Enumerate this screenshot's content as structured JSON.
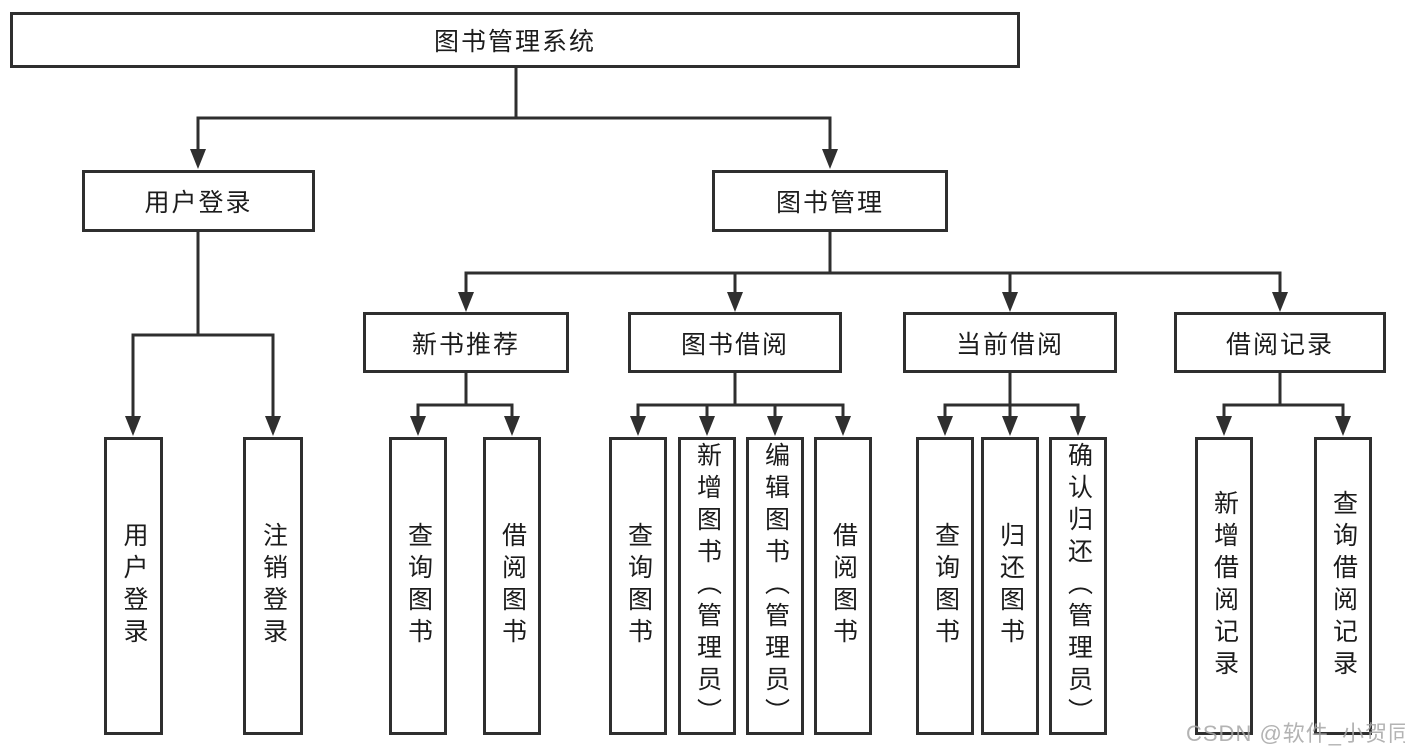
{
  "tree": {
    "root": {
      "label": "图书管理系统",
      "children": [
        {
          "label": "用户登录",
          "children": [
            {
              "label": "用户登录"
            },
            {
              "label": "注销登录"
            }
          ]
        },
        {
          "label": "图书管理",
          "children": [
            {
              "label": "新书推荐",
              "children": [
                {
                  "label": "查询图书"
                },
                {
                  "label": "借阅图书"
                }
              ]
            },
            {
              "label": "图书借阅",
              "children": [
                {
                  "label": "查询图书"
                },
                {
                  "label": "新增图书（管理员）"
                },
                {
                  "label": "编辑图书（管理员）"
                },
                {
                  "label": "借阅图书"
                }
              ]
            },
            {
              "label": "当前借阅",
              "children": [
                {
                  "label": "查询图书"
                },
                {
                  "label": "归还图书"
                },
                {
                  "label": "确认归还（管理员）"
                }
              ]
            },
            {
              "label": "借阅记录",
              "children": [
                {
                  "label": "新增借阅记录"
                },
                {
                  "label": "查询借阅记录"
                }
              ]
            }
          ]
        }
      ]
    }
  },
  "watermark": {
    "text": "CSDN @软件_小贺同学"
  },
  "colors": {
    "line": "#2f2f2f",
    "text": "#1c1c1c",
    "background": "#ffffff",
    "watermark": "#a6a6a6"
  }
}
